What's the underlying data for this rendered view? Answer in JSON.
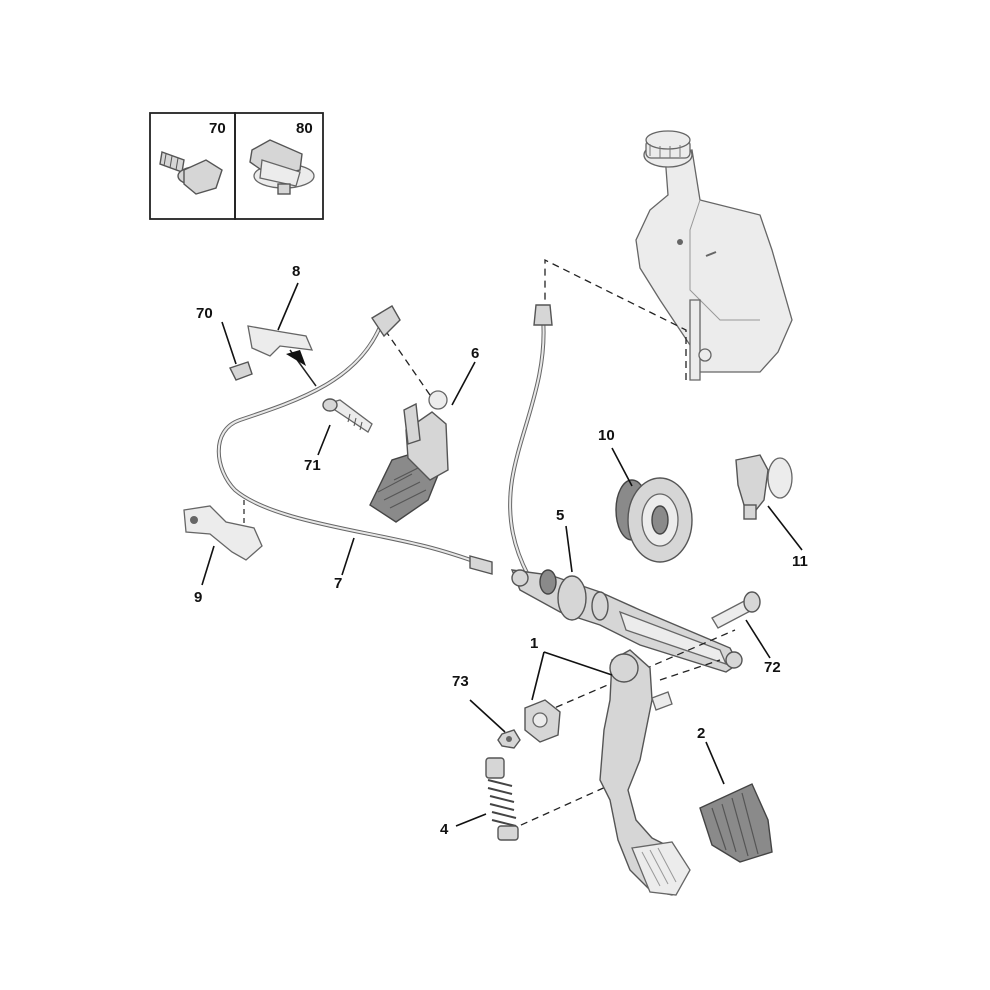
{
  "inset": {
    "box_a_label": "70",
    "box_b_label": "80"
  },
  "callouts": {
    "c1": "1",
    "c2": "2",
    "c4": "4",
    "c5": "5",
    "c6": "6",
    "c7": "7",
    "c8": "8",
    "c9": "9",
    "c10": "10",
    "c11": "11",
    "c70": "70",
    "c71": "71",
    "c72": "72",
    "c73": "73"
  },
  "colors": {
    "part_fill": "#d6d6d6",
    "part_dark": "#8a8a8a",
    "line": "#111111"
  }
}
